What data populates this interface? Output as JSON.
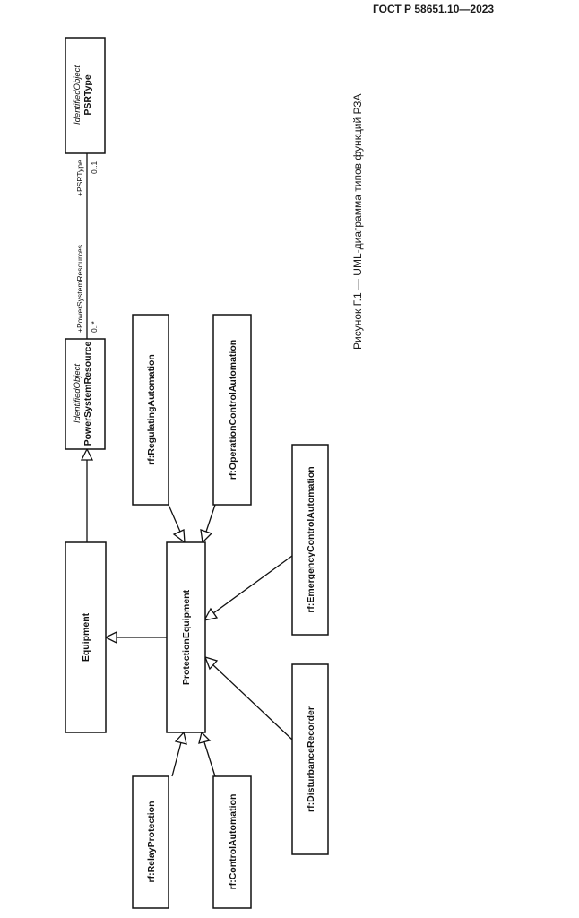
{
  "header": {
    "standard": "ГОСТ Р 58651.10—2023"
  },
  "caption": "Рисунок Г.1 — UML-диаграмма типов функций РЗА",
  "classes": {
    "psr_type": {
      "stereotype": "IdentifiedObject",
      "name": "PSRType"
    },
    "power_system_resource": {
      "stereotype": "IdentifiedObject",
      "name": "PowerSystemResource"
    },
    "equipment": {
      "name": "Equipment"
    },
    "protection_equipment": {
      "name": "ProtectionEquipment"
    },
    "regulating_automation": {
      "name": "rf:RegulatingAutomation"
    },
    "operation_control_automation": {
      "name": "rf:OperationControlAutomation"
    },
    "emergency_control_automation": {
      "name": "rf:EmergencyControlAutomation"
    },
    "disturbance_recorder": {
      "name": "rf:DisturbanceRecorder"
    },
    "relay_protection": {
      "name": "rf:RelayProtection"
    },
    "control_automation": {
      "name": "rf:ControlAutomation"
    }
  },
  "association": {
    "role_psr_type": "+PSRType",
    "mult_psr_type": "0..1",
    "role_power_system_resources": "+PowerSystemResources",
    "mult_power_system_resources": "0..*"
  }
}
